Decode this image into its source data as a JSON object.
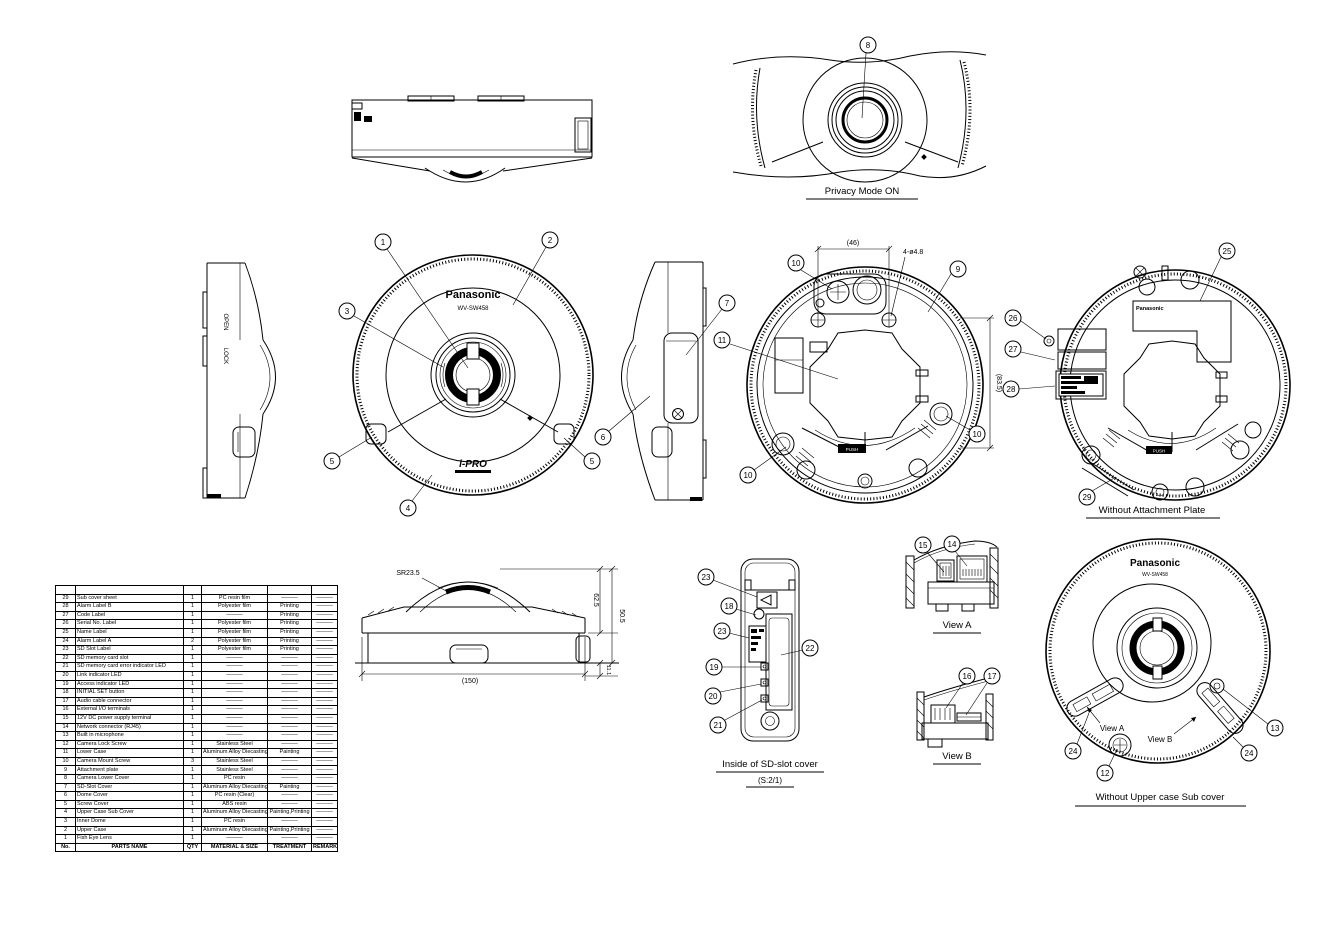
{
  "texts": {
    "privacy_mode": "Privacy Mode ON",
    "without_attachment": "Without Attachment Plate",
    "without_upper": "Without Upper case Sub cover",
    "inside_sd": "Inside of SD-slot cover",
    "sd_scale": "(S:2/1)",
    "view_a": "View A",
    "view_b": "View B",
    "brand": "Panasonic",
    "model": "WV-SW458",
    "ipro": "i-PRO",
    "open": "OPEN",
    "lock": "LOCK",
    "push": "PUSH"
  },
  "dims": {
    "d46": "(46)",
    "holes": "4-ø4.8",
    "d835": "(83.5)",
    "sr": "SR23.5",
    "h1": "62.5",
    "h2": "50.5",
    "h3": "11.1",
    "w": "(150)"
  },
  "callouts": {
    "c1": "1",
    "c2": "2",
    "c3": "3",
    "c4": "4",
    "c5": "5",
    "c6": "6",
    "c7": "7",
    "c8": "8",
    "c9": "9",
    "c10": "10",
    "c11": "11",
    "c12": "12",
    "c13": "13",
    "c14": "14",
    "c15": "15",
    "c16": "16",
    "c17": "17",
    "c18": "18",
    "c19": "19",
    "c20": "20",
    "c21": "21",
    "c22": "22",
    "c23": "23",
    "c24": "24",
    "c25": "25",
    "c26": "26",
    "c27": "27",
    "c28": "28",
    "c29": "29"
  },
  "table": {
    "headers": [
      "No.",
      "PARTS NAME",
      "QTY",
      "MATERIAL & SIZE",
      "TREATMENT",
      "REMARK"
    ],
    "rows": [
      {
        "no": "",
        "name": "",
        "qty": "",
        "material": "",
        "treatment": "",
        "remark": ""
      },
      {
        "no": "29",
        "name": "Sub cover sheet",
        "qty": "1",
        "material": "PC resin film",
        "treatment": "———",
        "remark": "———"
      },
      {
        "no": "28",
        "name": "Alarm Label B",
        "qty": "1",
        "material": "Polyester film",
        "treatment": "Printing",
        "remark": "———"
      },
      {
        "no": "27",
        "name": "Code Label",
        "qty": "1",
        "material": "———",
        "treatment": "Printing",
        "remark": "———"
      },
      {
        "no": "26",
        "name": "Serial No. Label",
        "qty": "1",
        "material": "Polyester film",
        "treatment": "Printing",
        "remark": "———"
      },
      {
        "no": "25",
        "name": "Name Label",
        "qty": "1",
        "material": "Polyester film",
        "treatment": "Printing",
        "remark": "———"
      },
      {
        "no": "24",
        "name": "Alarm Label A",
        "qty": "2",
        "material": "Polyester film",
        "treatment": "Printing",
        "remark": "———"
      },
      {
        "no": "23",
        "name": "SD Slot Label",
        "qty": "1",
        "material": "Polyester film",
        "treatment": "Printing",
        "remark": "———"
      },
      {
        "no": "22",
        "name": "SD memory card slot",
        "qty": "1",
        "material": "———",
        "treatment": "———",
        "remark": "———"
      },
      {
        "no": "21",
        "name": "SD memory card error indicator LED",
        "qty": "1",
        "material": "———",
        "treatment": "———",
        "remark": "———"
      },
      {
        "no": "20",
        "name": "Link indicator LED",
        "qty": "1",
        "material": "———",
        "treatment": "———",
        "remark": "———"
      },
      {
        "no": "19",
        "name": "Access indicator LED",
        "qty": "1",
        "material": "———",
        "treatment": "———",
        "remark": "———"
      },
      {
        "no": "18",
        "name": "INITIAL SET button",
        "qty": "1",
        "material": "———",
        "treatment": "———",
        "remark": "———"
      },
      {
        "no": "17",
        "name": "Audio cable connector",
        "qty": "1",
        "material": "———",
        "treatment": "———",
        "remark": "———"
      },
      {
        "no": "16",
        "name": "External I/O terminals",
        "qty": "1",
        "material": "———",
        "treatment": "———",
        "remark": "———"
      },
      {
        "no": "15",
        "name": "12V DC power supply terminal",
        "qty": "1",
        "material": "———",
        "treatment": "———",
        "remark": "———"
      },
      {
        "no": "14",
        "name": "Network connector (RJ45)",
        "qty": "1",
        "material": "———",
        "treatment": "———",
        "remark": "———"
      },
      {
        "no": "13",
        "name": "Built in microphone",
        "qty": "1",
        "material": "———",
        "treatment": "———",
        "remark": "———"
      },
      {
        "no": "12",
        "name": "Camera Lock Screw",
        "qty": "1",
        "material": "Stainless Steel",
        "treatment": "———",
        "remark": "———"
      },
      {
        "no": "11",
        "name": "Lower Case",
        "qty": "1",
        "material": "Aluminum Alloy Diecasting",
        "treatment": "Painting",
        "remark": "———"
      },
      {
        "no": "10",
        "name": "Camera Mount Screw",
        "qty": "3",
        "material": "Stainless Steel",
        "treatment": "———",
        "remark": "———"
      },
      {
        "no": "9",
        "name": "Attachment plate",
        "qty": "1",
        "material": "Stainless Steel",
        "treatment": "———",
        "remark": "———"
      },
      {
        "no": "8",
        "name": "Camera Lower Cover",
        "qty": "1",
        "material": "PC resin",
        "treatment": "———",
        "remark": "———"
      },
      {
        "no": "7",
        "name": "SD-Slot Cover",
        "qty": "1",
        "material": "Aluminum Alloy Diecasting",
        "treatment": "Painting",
        "remark": "———"
      },
      {
        "no": "6",
        "name": "Dome Cover",
        "qty": "1",
        "material": "PC resin (Clear)",
        "treatment": "———",
        "remark": "———"
      },
      {
        "no": "5",
        "name": "Screw Cover",
        "qty": "1",
        "material": "ABS resin",
        "treatment": "———",
        "remark": "———"
      },
      {
        "no": "4",
        "name": "Upper Case Sub Cover",
        "qty": "1",
        "material": "Aluminum Alloy Diecasting",
        "treatment": "Painting,Printing",
        "remark": "———"
      },
      {
        "no": "3",
        "name": "Inner Dome",
        "qty": "1",
        "material": "PC resin",
        "treatment": "———",
        "remark": "———"
      },
      {
        "no": "2",
        "name": "Upper Case",
        "qty": "1",
        "material": "Aluminum Alloy Diecasting",
        "treatment": "Painting,Printing",
        "remark": "———"
      },
      {
        "no": "1",
        "name": "Fish Eye Lens",
        "qty": "1",
        "material": "———",
        "treatment": "———",
        "remark": "———"
      }
    ]
  }
}
